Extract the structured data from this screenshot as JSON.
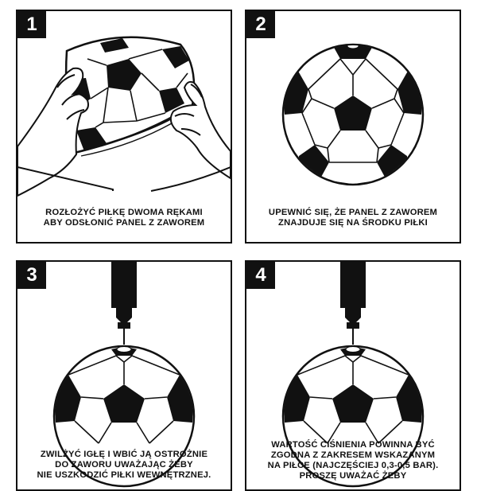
{
  "steps": [
    {
      "number": "1",
      "lines": [
        "ROZŁOŻYĆ PIŁKĘ DWOMA RĘKAMI",
        "ABY ODSŁONIĆ PANEL Z ZAWOREM"
      ],
      "icons": [
        "hands-icon",
        "deflated-ball-icon"
      ]
    },
    {
      "number": "2",
      "lines": [
        "UPEWNIĆ SIĘ, ŻE PANEL Z ZAWOREM",
        "ZNAJDUJE SIĘ NA ŚRODKU PIŁKI"
      ],
      "icons": [
        "soccer-ball-icon"
      ]
    },
    {
      "number": "3",
      "lines": [
        "ZWILŻYĆ IGŁĘ I WBIĆ JĄ OSTROŻNIE",
        "DO ZAWORU UWAŻAJĄC ŻEBY",
        "NIE USZKODZIĆ PIŁKI WEWNĘTRZNEJ."
      ],
      "icons": [
        "pump-needle-icon",
        "soccer-ball-icon"
      ]
    },
    {
      "number": "4",
      "lines": [
        "WARTOŚĆ CIŚNIENIA POWINNA BYĆ",
        "ZGODNA Z ZAKRESEM WSKAZANYM",
        "NA PIŁCE (NAJCZĘŚCIEJ 0,3-0,5 BAR).",
        "PROSZĘ UWAŻAĆ ŻEBY"
      ],
      "icons": [
        "pump-needle-icon",
        "soccer-ball-icon"
      ]
    }
  ],
  "colors": {
    "ink": "#111111",
    "paper": "#ffffff"
  }
}
